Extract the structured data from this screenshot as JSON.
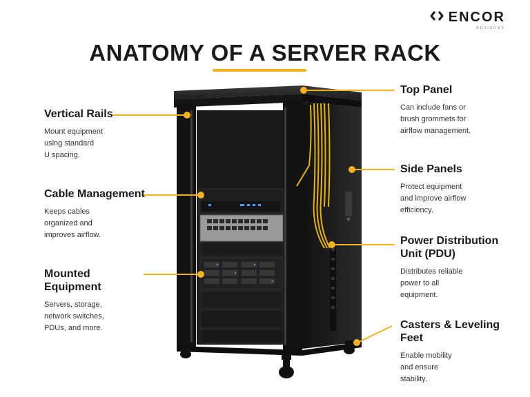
{
  "brand": {
    "name": "ENCOR",
    "sub": "ADVISORS"
  },
  "title": "ANATOMY OF A SERVER RACK",
  "accent_color": "#f6b21c",
  "callouts": {
    "vertical_rails": {
      "heading": "Vertical Rails",
      "lines": [
        "Mount equipment",
        "using standard",
        "U spacing."
      ]
    },
    "cable_management": {
      "heading": "Cable Management",
      "lines": [
        "Keeps cables",
        "organized and",
        "improves airflow."
      ]
    },
    "mounted_equipment": {
      "heading": "Mounted Equipment",
      "lines": [
        "Servers, storage,",
        "network switches,",
        "PDUs, and more."
      ]
    },
    "top_panel": {
      "heading": "Top Panel",
      "lines": [
        "Can include fans or",
        "brush grommets for",
        "airflow management."
      ]
    },
    "side_panels": {
      "heading": "Side Panels",
      "lines": [
        "Protect equipment",
        "and improve airflow",
        "efficiency."
      ]
    },
    "pdu": {
      "heading_lines": [
        "Power Distribution",
        "Unit (PDU)"
      ],
      "lines": [
        "Distributes reliable",
        "power to all",
        "equipment."
      ]
    },
    "casters": {
      "heading": "Casters & Leveling Feet",
      "lines": [
        "Enable mobility",
        "and ensure",
        "stability."
      ]
    }
  }
}
